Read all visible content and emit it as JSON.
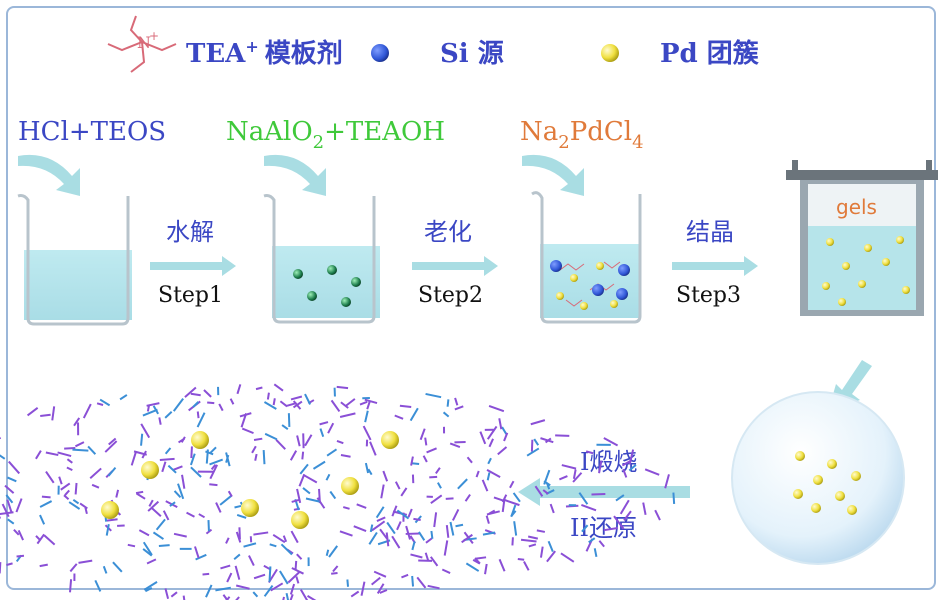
{
  "legend": {
    "tea_label": "TEA",
    "tea_sup": "+",
    "template_label": "模板剂",
    "si_label": "Si 源",
    "pd_label": "Pd 团簇"
  },
  "reagents": {
    "r1": "HCl+TEOS",
    "r2_a": "NaAlO",
    "r2_sub": "2",
    "r2_b": "+TEAOH",
    "r3_a": "Na",
    "r3_sub1": "2",
    "r3_b": "PdCl",
    "r3_sub2": "4"
  },
  "steps": [
    {
      "zh": "水解",
      "en": "Step1"
    },
    {
      "zh": "老化",
      "en": "Step2"
    },
    {
      "zh": "结晶",
      "en": "Step3"
    }
  ],
  "vessel_label": "gels",
  "post": {
    "line1": "I煅烧",
    "line2": "II还原"
  },
  "colors": {
    "frame": "#9bb7d9",
    "liquid": "#c9eef0",
    "arrow": "#a9dde3",
    "si": "#2f56d6",
    "pd": "#f0e040",
    "framework": "#8a4fd6",
    "green": "#3fc93a",
    "orange": "#e07a3a",
    "blue_text": "#3b47c4"
  }
}
